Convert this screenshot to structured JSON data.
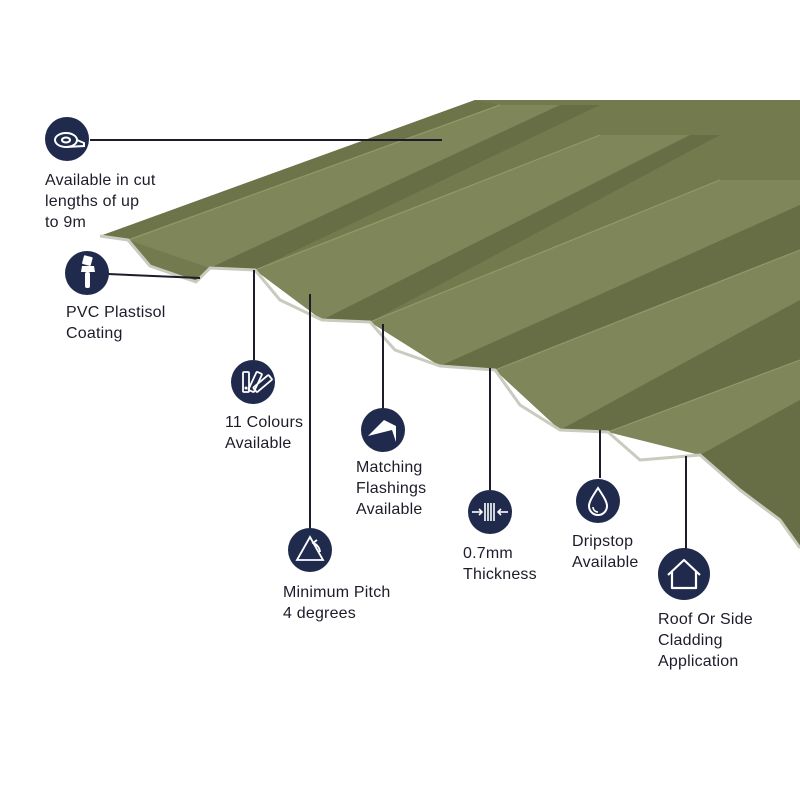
{
  "colors": {
    "sheet_top": "#7c8457",
    "sheet_slope": "#6a7148",
    "sheet_valley": "#757d51",
    "sheet_edge": "#c9cbbf",
    "icon_navy": "#1f2a4d",
    "leader": "#1c1c2a",
    "text": "#1c1c2a"
  },
  "features": [
    {
      "id": "cut-lengths",
      "icon": "measuring-tape-icon",
      "lines": [
        "Available in cut",
        "lengths of up",
        "to 9m"
      ]
    },
    {
      "id": "plastisol",
      "icon": "paint-brush-icon",
      "lines": [
        "PVC Plastisol",
        "Coating"
      ]
    },
    {
      "id": "colours",
      "icon": "colour-swatch-icon",
      "lines": [
        "11 Colours",
        "Available"
      ]
    },
    {
      "id": "pitch",
      "icon": "pitch-angle-icon",
      "lines": [
        "Minimum Pitch",
        "4 degrees"
      ]
    },
    {
      "id": "flashings",
      "icon": "flashing-icon",
      "lines": [
        "Matching",
        "Flashings",
        "Available"
      ]
    },
    {
      "id": "thickness",
      "icon": "thickness-icon",
      "lines": [
        "0.7mm",
        "Thickness"
      ]
    },
    {
      "id": "dripstop",
      "icon": "water-drop-icon",
      "lines": [
        "Dripstop",
        "Available"
      ]
    },
    {
      "id": "application",
      "icon": "house-icon",
      "lines": [
        "Roof Or Side",
        "Cladding",
        "Application"
      ]
    }
  ]
}
